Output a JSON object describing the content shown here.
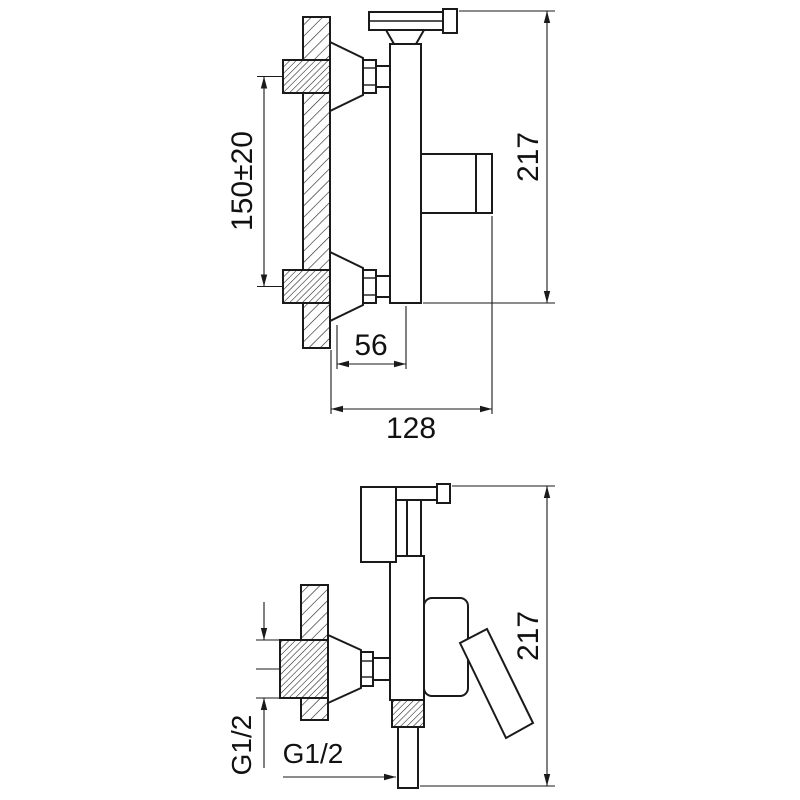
{
  "drawing": {
    "kind": "faucet installation dimensional drawing",
    "line_color": "#1a1a1a",
    "background": "#ffffff",
    "top_view": {
      "dim_mount_spacing": "150±20",
      "dim_overall_height": "217",
      "dim_wall_to_body": "56",
      "dim_overall_depth": "128"
    },
    "bottom_view": {
      "dim_overall_height": "217",
      "dim_inlet_thread": "G1/2",
      "dim_hose_thread": "G1/2"
    }
  }
}
